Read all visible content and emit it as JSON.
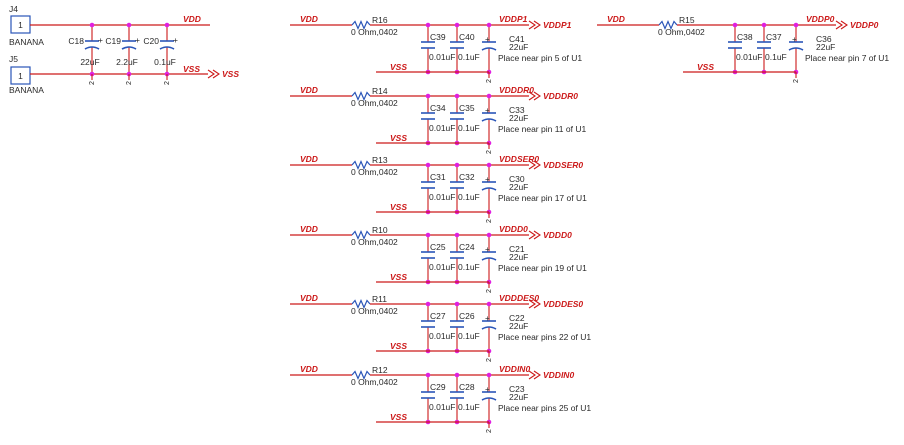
{
  "diagram": {
    "connectors": [
      {
        "ref": "J4",
        "pin": "1",
        "value": "BANANA"
      },
      {
        "ref": "J5",
        "pin": "1",
        "value": "BANANA"
      }
    ],
    "input_caps": [
      {
        "ref": "C18",
        "value": "22uF",
        "polarized": true
      },
      {
        "ref": "C19",
        "value": "2.2uF",
        "polarized": true
      },
      {
        "ref": "C20",
        "value": "0.1uF",
        "polarized": true
      }
    ],
    "input_nets": {
      "top": "VDD",
      "bottom": "VSS",
      "port": "VSS"
    },
    "pin_two": "2",
    "ground_net": "VSS",
    "plus_sign": "+",
    "filters": [
      {
        "id": "p1",
        "vin": "VDD",
        "res_ref": "R16",
        "res_value": "0 Ohm,0402",
        "net": "VDDP1",
        "port": "VDDP1",
        "c_a": "C39",
        "c_a_val": "0.01uF",
        "c_b": "C40",
        "c_b_val": "0.1uF",
        "c_c": "C41",
        "c_c_val": "22uF",
        "note": "Place near pin 5 of U1"
      },
      {
        "id": "r0",
        "vin": "VDD",
        "res_ref": "R14",
        "res_value": "0 Ohm,0402",
        "net": "VDDDR0",
        "port": "VDDDR0",
        "c_a": "C34",
        "c_a_val": "0.01uF",
        "c_b": "C35",
        "c_b_val": "0.1uF",
        "c_c": "C33",
        "c_c_val": "22uF",
        "note": "Place near pin 11 of U1"
      },
      {
        "id": "ser0",
        "vin": "VDD",
        "res_ref": "R13",
        "res_value": "0 Ohm,0402",
        "net": "VDDSER0",
        "port": "VDDSER0",
        "c_a": "C31",
        "c_a_val": "0.01uF",
        "c_b": "C32",
        "c_b_val": "0.1uF",
        "c_c": "C30",
        "c_c_val": "22uF",
        "note": "Place near pin 17 of U1"
      },
      {
        "id": "d0",
        "vin": "VDD",
        "res_ref": "R10",
        "res_value": "0 Ohm,0402",
        "net": "VDDD0",
        "port": "VDDD0",
        "c_a": "C25",
        "c_a_val": "0.01uF",
        "c_b": "C24",
        "c_b_val": "0.1uF",
        "c_c": "C21",
        "c_c_val": "22uF",
        "note": "Place near pin 19 of U1"
      },
      {
        "id": "des0",
        "vin": "VDD",
        "res_ref": "R11",
        "res_value": "0 Ohm,0402",
        "net": "VDDDES0",
        "port": "VDDDES0",
        "c_a": "C27",
        "c_a_val": "0.01uF",
        "c_b": "C26",
        "c_b_val": "0.1uF",
        "c_c": "C22",
        "c_c_val": "22uF",
        "note": "Place near pins 22 of U1"
      },
      {
        "id": "in0",
        "vin": "VDD",
        "res_ref": "R12",
        "res_value": "0 Ohm,0402",
        "net": "VDDIN0",
        "port": "VDDIN0",
        "c_a": "C29",
        "c_a_val": "0.01uF",
        "c_b": "C28",
        "c_b_val": "0.1uF",
        "c_c": "C23",
        "c_c_val": "22uF",
        "note": "Place near pins 25 of U1"
      },
      {
        "id": "p0",
        "vin": "VDD",
        "res_ref": "R15",
        "res_value": "0 Ohm,0402",
        "net": "VDDP0",
        "port": "VDDP0",
        "c_a": "C38",
        "c_a_val": "0.01uF",
        "c_b": "C37",
        "c_b_val": "0.1uF",
        "c_c": "C36",
        "c_c_val": "22uF",
        "note": "Place near pin 7 of U1"
      }
    ],
    "colors": {
      "wire": "#cc1a1a",
      "junction": "#e020e0",
      "symbol": "#2a55b8",
      "text": "#2a2a2a",
      "net_label": "#cc1a1a"
    }
  }
}
